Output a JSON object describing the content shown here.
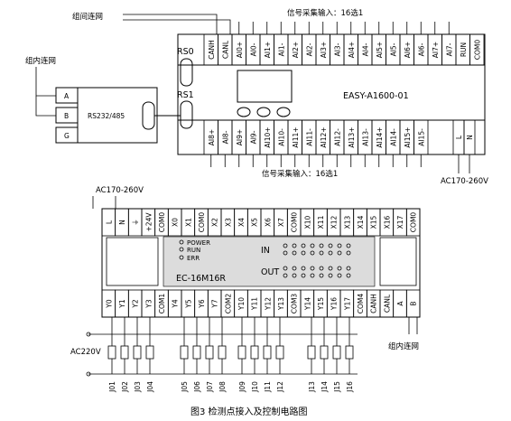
{
  "top_module": {
    "model": "EASY-A1600-01",
    "ports": [
      "RS0",
      "RS1"
    ],
    "top_terminals": [
      "CANH",
      "CANL",
      "AI0+",
      "AI0-",
      "AI1+",
      "AI1-",
      "AI2+",
      "AI2-",
      "AI3+",
      "AI3-",
      "AI4+",
      "AI4-",
      "AI5+",
      "AI5-",
      "AI6+",
      "AI6-",
      "AI7+",
      "AI7-",
      "RUN",
      "COM0"
    ],
    "bottom_terminals": [
      "AI8+",
      "AI8-",
      "AI9+",
      "AI9-",
      "AI10+",
      "AI10-",
      "AI11+",
      "AI11-",
      "AI12+",
      "AI12-",
      "AI13+",
      "AI13-",
      "AI14+",
      "AI14-",
      "AI15+",
      "AI15-",
      "L",
      "N"
    ],
    "label_group_link": "组间连网",
    "label_signal_top": "信号采集输入：16选1",
    "label_signal_bottom": "信号采集输入：16选1",
    "label_power": "AC170-260V"
  },
  "converter": {
    "label_group_inner": "组内连网",
    "pins": [
      "A",
      "B",
      "G"
    ],
    "name": "RS232/485"
  },
  "bottom_module": {
    "model": "EC-16M16R",
    "power_label": "AC170-260V",
    "top_terminals": [
      "L",
      "N",
      "⏚",
      "+24V",
      "COM0",
      "X0",
      "X1",
      "COM0",
      "X2",
      "X3",
      "X4",
      "X5",
      "X6",
      "X7",
      "COM0",
      "X10",
      "X11",
      "X12",
      "X13",
      "X14",
      "X15",
      "X16",
      "X17",
      "COM0"
    ],
    "bottom_terminals": [
      "Y0",
      "Y1",
      "Y2",
      "Y3",
      "COM1",
      "Y4",
      "Y5",
      "Y6",
      "Y7",
      "COM2",
      "Y10",
      "Y11",
      "Y12",
      "Y13",
      "COM3",
      "Y14",
      "Y15",
      "Y16",
      "Y17",
      "COM4",
      "CANH",
      "CANL",
      "A",
      "B"
    ],
    "leds": [
      "POWER",
      "RUN",
      "ERR"
    ],
    "in_label": "IN",
    "out_label": "OUT",
    "ac_label": "AC220V",
    "group_inner_label": "组内连网",
    "relays": [
      "J01",
      "J02",
      "J03",
      "J04",
      "J05",
      "J06",
      "J07",
      "J08",
      "J09",
      "J10",
      "J11",
      "J12",
      "J13",
      "J14",
      "J15",
      "J16"
    ]
  },
  "caption": "图3 检测点接入及控制电路图"
}
